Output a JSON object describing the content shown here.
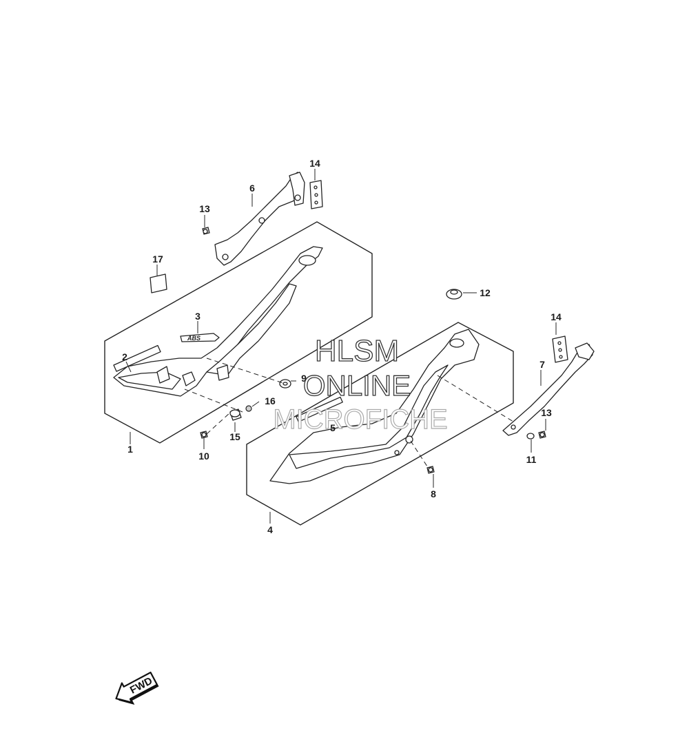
{
  "callouts": {
    "c1": "1",
    "c2": "2",
    "c3": "3",
    "c4": "4",
    "c5": "5",
    "c6": "6",
    "c7": "7",
    "c8": "8",
    "c9": "9",
    "c10": "10",
    "c11": "11",
    "c12": "12",
    "c13a": "13",
    "c13b": "13",
    "c14a": "14",
    "c14b": "14",
    "c15": "15",
    "c16": "16",
    "c17": "17"
  },
  "emblem_text": "ABS",
  "watermark": {
    "line1": "HLSM",
    "line2": "ONLINE",
    "line3": "MICROFICHE"
  },
  "fwd_label": "FWD"
}
